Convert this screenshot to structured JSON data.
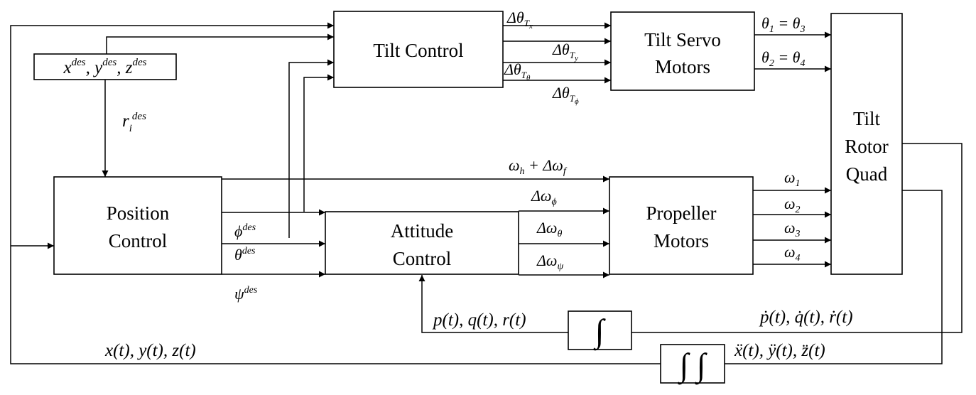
{
  "blocks": {
    "tilt_control": "Tilt Control",
    "tilt_servo": [
      "Tilt Servo",
      "Motors"
    ],
    "tilt_rotor": [
      "Tilt",
      "Rotor",
      "Quad"
    ],
    "position_control": [
      "Position",
      "Control"
    ],
    "attitude_control": [
      "Attitude",
      "Control"
    ],
    "propeller_motors": [
      "Propeller",
      "Motors"
    ],
    "desired_input": "xdes, ydes, zdes",
    "integrator_single": "∫",
    "integrator_double": "∫ ∫"
  },
  "signals": {
    "r_i_des": "r_i^des",
    "d_theta_tx": "Δθ_Tx",
    "d_theta_ty": "Δθ_Ty",
    "d_theta_ttheta": "Δθ_Tθ",
    "d_theta_tphi": "Δθ_Tφ",
    "theta1_theta3": "θ1 = θ3",
    "theta2_theta4": "θ2 = θ4",
    "omega_h": "ωh + Δωf",
    "d_omega_phi": "Δωφ",
    "d_omega_theta": "Δωθ",
    "d_omega_psi": "Δωψ",
    "phi_des": "φdes",
    "theta_des": "θdes",
    "psi_des": "ψdes",
    "omega1": "ω1",
    "omega2": "ω2",
    "omega3": "ω3",
    "omega4": "ω4",
    "pqr": "p(t), q(t), r(t)",
    "pqr_dot": "ṗ(t), q̇(t), ṙ(t)",
    "xyz": "x(t), y(t), z(t)",
    "xyz_ddot": "ẍ(t), ÿ(t), z̈(t)"
  }
}
